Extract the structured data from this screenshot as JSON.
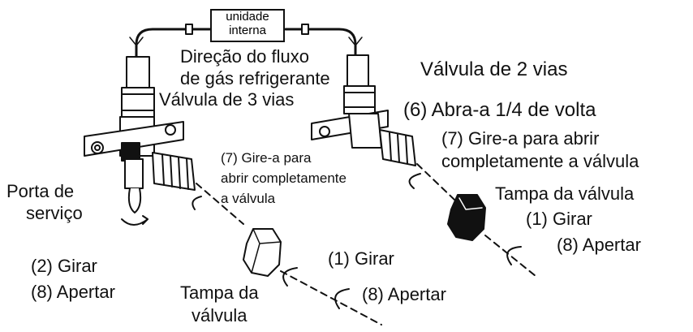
{
  "indoor_unit": {
    "line1": "unidade",
    "line2": "interna"
  },
  "labels": {
    "flow_direction_line1": "Direção do fluxo",
    "flow_direction_line2": "de gás refrigerante",
    "valve_3_way": "Válvula de 3 vias",
    "valve_2_way": "Válvula de 2 vias",
    "open_quarter_turn": "(6) Abra-a 1/4 de volta",
    "open_fully_right_line1": "(7) Gire-a para abrir",
    "open_fully_right_line2": "completamente a válvula",
    "open_fully_left_line1": "(7) Gire-a para",
    "open_fully_left_line2": "abrir completamente",
    "open_fully_left_line3": "a válvula",
    "service_port_line1": "Porta de",
    "service_port_line2": "serviço",
    "turn_service": "(2) Girar",
    "tighten_service": "(8) Apertar",
    "cap_left_line1": "Tampa da",
    "cap_left_line2": "válvula",
    "turn_cap_left": "(1) Girar",
    "tighten_cap_left": "(8) Apertar",
    "cap_right": "Tampa da válvula",
    "turn_cap_right": "(1) Girar",
    "tighten_cap_right": "(8) Apertar"
  },
  "colors": {
    "ink": "#111111",
    "background": "#ffffff"
  }
}
